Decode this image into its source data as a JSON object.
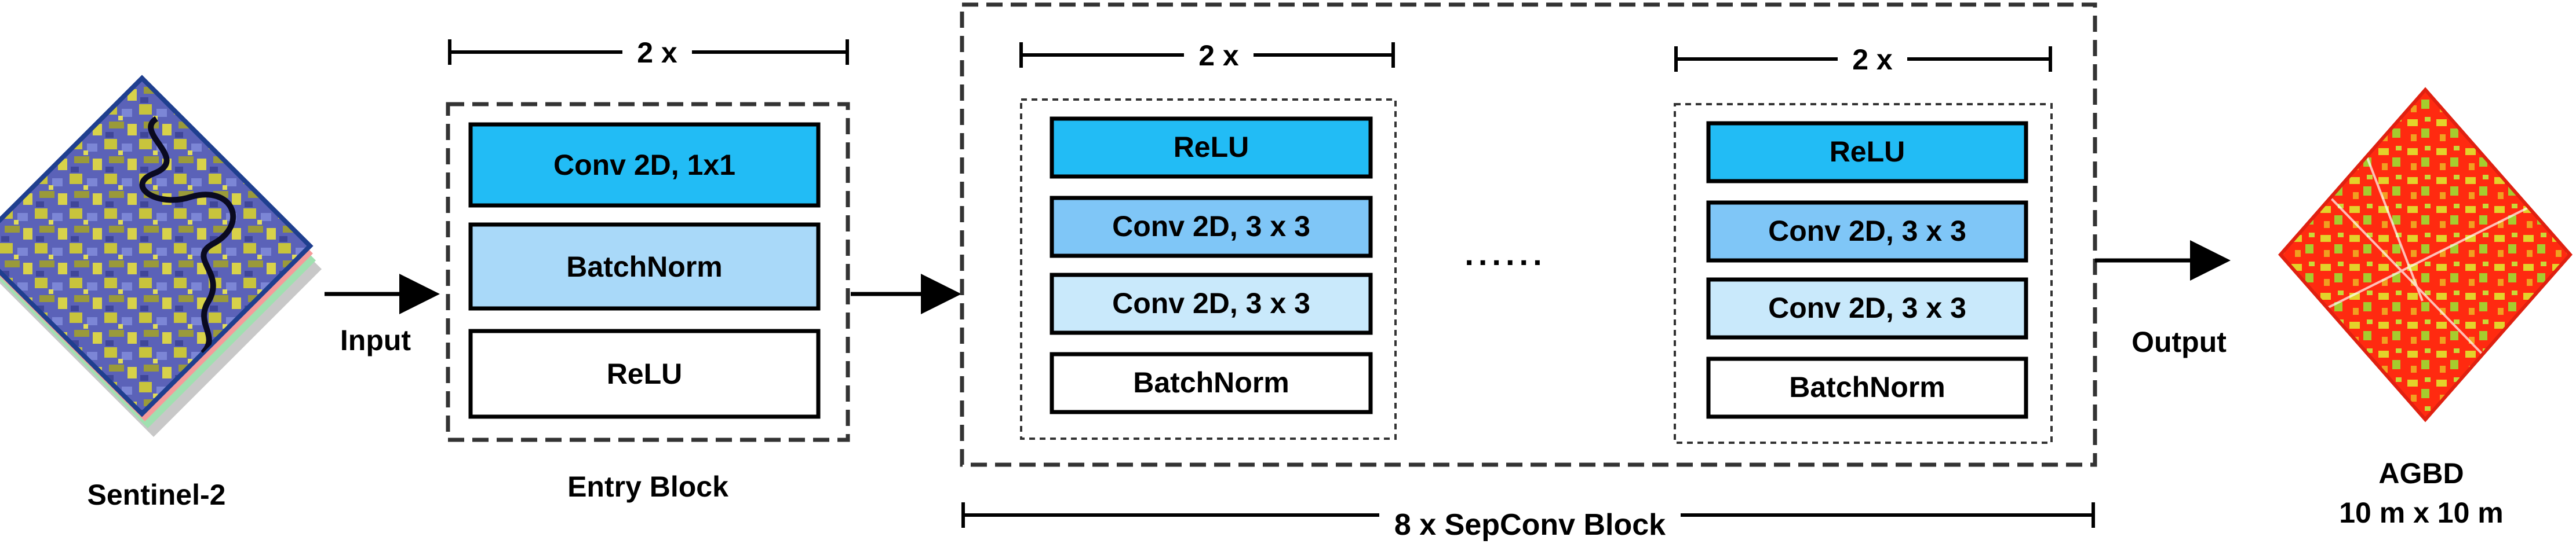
{
  "input": {
    "image_label": "Sentinel-2",
    "arrow_label": "Input"
  },
  "entry_block": {
    "repeat_label": "2 x",
    "layers": [
      "Conv 2D, 1x1",
      "BatchNorm",
      "ReLU"
    ],
    "caption": "Entry Block"
  },
  "sepconv_block": {
    "first": {
      "repeat_label": "2 x",
      "layers": [
        "ReLU",
        "Conv 2D, 3 x 3",
        "Conv 2D, 3 x 3",
        "BatchNorm"
      ]
    },
    "ellipsis": "......",
    "last": {
      "repeat_label": "2 x",
      "layers": [
        "ReLU",
        "Conv 2D, 3 x 3",
        "Conv 2D, 3 x 3",
        "BatchNorm"
      ]
    },
    "caption": "8 x SepConv Block"
  },
  "output": {
    "arrow_label": "Output",
    "image_label_line1": "AGBD",
    "image_label_line2": "10 m x 10 m"
  },
  "colors": {
    "conv1x1": "#22bcf5",
    "batchnorm_entry": "#a9d9f9",
    "relu_sep": "#22bcf5",
    "conv3x3_first": "#7fc6f7",
    "conv3x3_second": "#c9e9fb",
    "plain": "#ffffff",
    "sentinel_back": "#a0e0b0",
    "sentinel_mid": "#f59a9a",
    "map_red": "#ff2a10"
  }
}
